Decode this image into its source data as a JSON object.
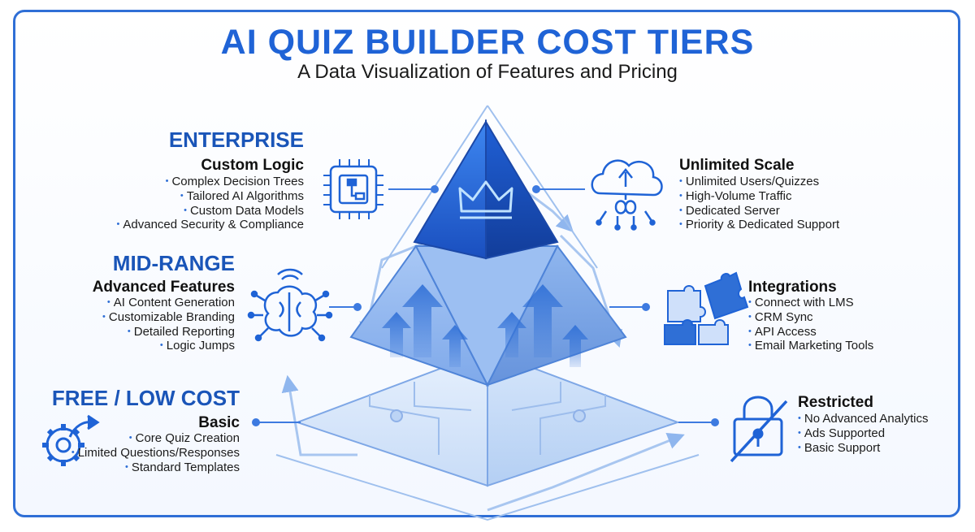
{
  "header": {
    "title": "AI QUIZ BUILDER COST TIERS",
    "subtitle": "A Data Visualization of Features and Pricing"
  },
  "tiers": {
    "enterprise": {
      "name": "ENTERPRISE",
      "left_heading": "Custom Logic",
      "left_items": [
        "Complex Decision Trees",
        "Tailored AI Algorithms",
        "Custom Data Models",
        "Advanced Security & Compliance"
      ],
      "right_heading": "Unlimited Scale",
      "right_items": [
        "Unlimited Users/Quizzes",
        "High-Volume Traffic",
        "Dedicated Server",
        "Priority & Dedicated Support"
      ]
    },
    "mid_range": {
      "name": "MID-RANGE",
      "left_heading": "Advanced Features",
      "left_items": [
        "AI Content Generation",
        "Customizable Branding",
        "Detailed Reporting",
        "Logic Jumps"
      ],
      "right_heading": "Integrations",
      "right_items": [
        "Connect with LMS",
        "CRM Sync",
        "API Access",
        "Email Marketing Tools"
      ]
    },
    "free": {
      "name": "FREE / LOW COST",
      "left_heading": "Basic",
      "left_items": [
        "Core Quiz Creation",
        "Limited Questions/Responses",
        "Standard Templates"
      ],
      "right_heading": "Restricted",
      "right_items": [
        "No Advanced Analytics",
        "Ads Supported",
        "Basic Support"
      ]
    }
  },
  "icons": {
    "enterprise_left": "circuit-chip-icon",
    "enterprise_right": "cloud-infinity-icon",
    "mid_left": "brain-network-icon",
    "mid_right": "puzzle-pieces-icon",
    "free_left": "gear-arrow-icon",
    "free_right": "padlock-slashed-icon",
    "apex": "crown-icon"
  },
  "colors": {
    "accent": "#1f63d6",
    "tier_text": "#1a55b8",
    "frame": "#2f6fd6",
    "apex": "#1f56c9",
    "mid": "#8fb6ee",
    "base": "#d6e6fb"
  }
}
